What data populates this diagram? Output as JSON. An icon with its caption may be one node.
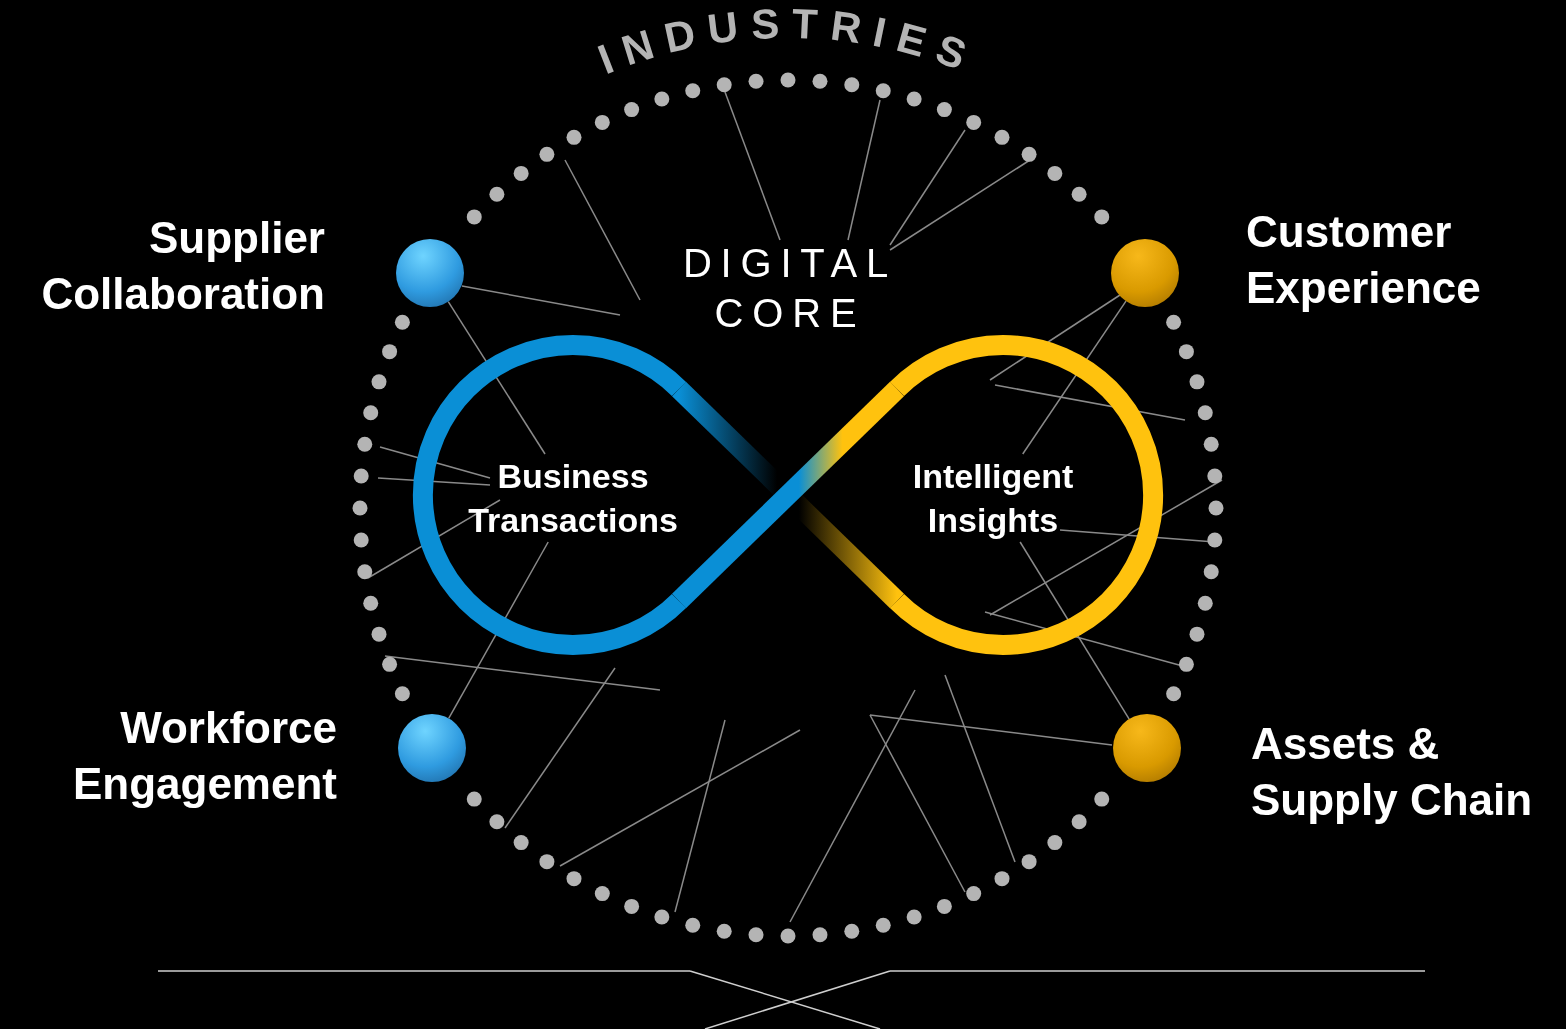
{
  "diagram": {
    "nodes": [
      {
        "text": [],
        "shape": "circle",
        "beside": [
          "Supplier Collaboration"
        ]
      },
      {
        "text": [],
        "shape": "circle",
        "beside": [
          "Customer Experience"
        ]
      },
      {
        "text": [],
        "shape": "circle",
        "beside": [
          "Workforce Engagement"
        ]
      },
      {
        "text": [],
        "shape": "circle",
        "beside": [
          "Assets & Supply Chain"
        ]
      },
      {
        "text": [
          "Business Transactions"
        ]
      },
      {
        "text": [
          "Intelligent Insights"
        ]
      }
    ],
    "edges": [
      {
        "from": 0,
        "to": 4,
        "arrow": "none"
      },
      {
        "from": 1,
        "to": 5,
        "arrow": "none"
      },
      {
        "from": 2,
        "to": 4,
        "arrow": "none"
      },
      {
        "from": 3,
        "to": 5,
        "arrow": "none"
      }
    ],
    "labels": [
      "INDUSTRIES",
      "DIGITAL CORE"
    ]
  }
}
